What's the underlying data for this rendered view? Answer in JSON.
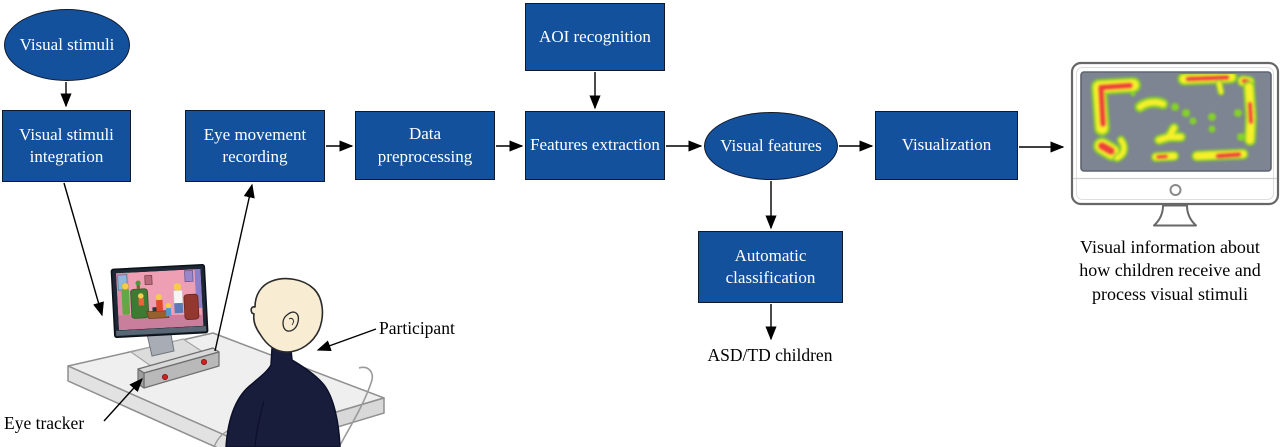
{
  "diagram": {
    "nodes": {
      "visual_stimuli": "Visual stimuli",
      "visual_stimuli_integration": "Visual stimuli integration",
      "eye_movement_recording": "Eye movement recording",
      "data_preprocessing": "Data preprocessing",
      "aoi_recognition": "AOI recognition",
      "features_extraction": "Features extraction",
      "visual_features": "Visual features",
      "visualization": "Visualization",
      "automatic_classification": "Automatic classification"
    },
    "labels": {
      "output_classes": "ASD/TD children",
      "participant": "Participant",
      "eye_tracker": "Eye tracker"
    },
    "caption_lines": [
      "Visual information about",
      "how children receive and",
      "process visual stimuli"
    ],
    "illustrations": {
      "scene": "participant-watching-stimulus-monitor-with-eye-tracker-on-desk",
      "result_monitor": "monitor-displaying-gaze-heatmap"
    },
    "colors": {
      "node_fill": "#14519d",
      "node_text": "#ffffff",
      "node_border": "#10182b",
      "arrow": "#000000",
      "label": "#000000",
      "hm_bg": "#7d8492",
      "hm_green": "#84d22c",
      "hm_yellow": "#f6f02c",
      "hm_red": "#f0413a"
    }
  }
}
